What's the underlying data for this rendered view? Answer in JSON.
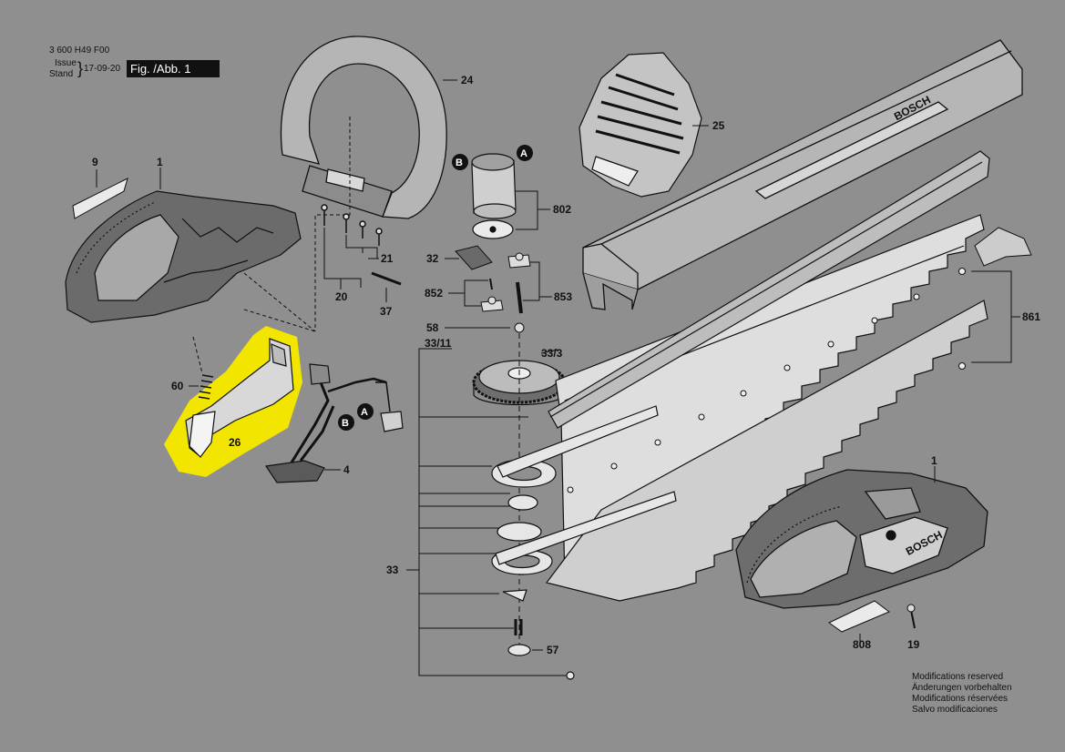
{
  "header": {
    "doc_number": "3 600 H49 F00",
    "issue_label": "Issue",
    "stand_label": "Stand",
    "date": "17-09-20",
    "figure_label": "Fig. /Abb. 1"
  },
  "brand_label": "BOSCH",
  "markers": {
    "a": "A",
    "b": "B"
  },
  "part_labels": {
    "p1": "1",
    "p1b": "1",
    "p4": "4",
    "p9": "9",
    "p19": "19",
    "p20": "20",
    "p21": "21",
    "p24": "24",
    "p25": "25",
    "p26": "26",
    "p32": "32",
    "p33": "33",
    "p33_3": "33/3",
    "p33_11": "33/11",
    "p37": "37",
    "p57": "57",
    "p58": "58",
    "p60": "60",
    "p802": "802",
    "p808": "808",
    "p852": "852",
    "p853": "853",
    "p861": "861"
  },
  "notes": [
    "Modifications reserved",
    "Änderungen vorbehalten",
    "Modifications réservées",
    "Salvo modificaciones"
  ],
  "colors": {
    "background": "#8f8f8f",
    "highlight": "#f2e600",
    "line": "#111111"
  }
}
